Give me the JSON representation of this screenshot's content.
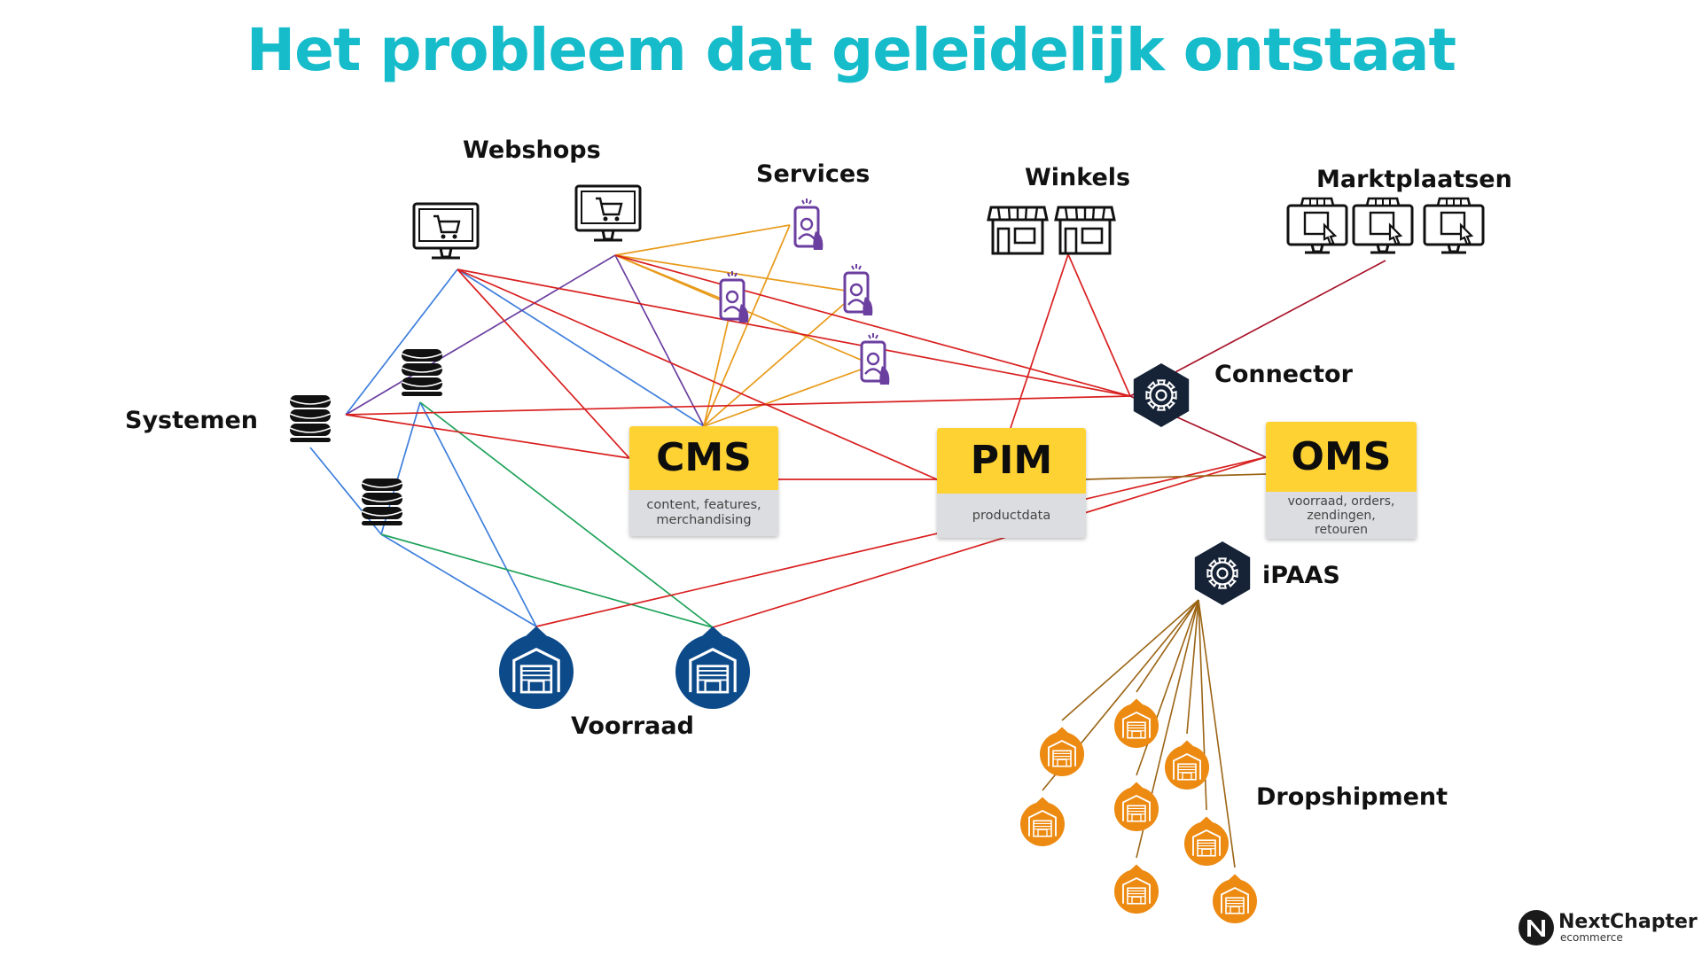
{
  "title": "Het probleem dat geleidelijk ontstaat",
  "labels": {
    "webshops": "Webshops",
    "services": "Services",
    "winkels": "Winkels",
    "marktplaatsen": "Marktplaatsen",
    "connector": "Connector",
    "systemen": "Systemen",
    "ipaas": "iPAAS",
    "voorraad": "Voorraad",
    "dropshipment": "Dropshipment"
  },
  "boxes": {
    "cms": {
      "title": "CMS",
      "desc": "content, features, merchandising"
    },
    "pim": {
      "title": "PIM",
      "desc": "productdata"
    },
    "oms": {
      "title": "OMS",
      "desc": "voorraad, orders, zendingen, retouren"
    }
  },
  "logo": {
    "name": "NextChapter",
    "sub": "ecommerce"
  },
  "colors": {
    "title": "#17bccb",
    "box_head": "#ffd233",
    "box_body": "#dcdde0",
    "navy": "#0c4a8a",
    "orange": "#ec8a12",
    "purple": "#6b3fa0",
    "line_red": "#d92020",
    "line_dark_red": "#a8142a",
    "line_blue": "#3e7fdc",
    "line_green": "#1fa35a",
    "line_orange": "#e89a1a",
    "line_purple": "#6b3fa0",
    "line_brown": "#9b6414",
    "hex_dark": "#162236"
  },
  "icons": {
    "webshop": "computer-cart-icon",
    "service": "phone-person-icon",
    "winkel": "store-icon",
    "marktplaats": "marketplace-monitor-icon",
    "systeem": "database-icon",
    "connector": "gear-hexagon-icon",
    "voorraad": "warehouse-pin-icon",
    "dropshipment": "warehouse-pin-icon"
  }
}
